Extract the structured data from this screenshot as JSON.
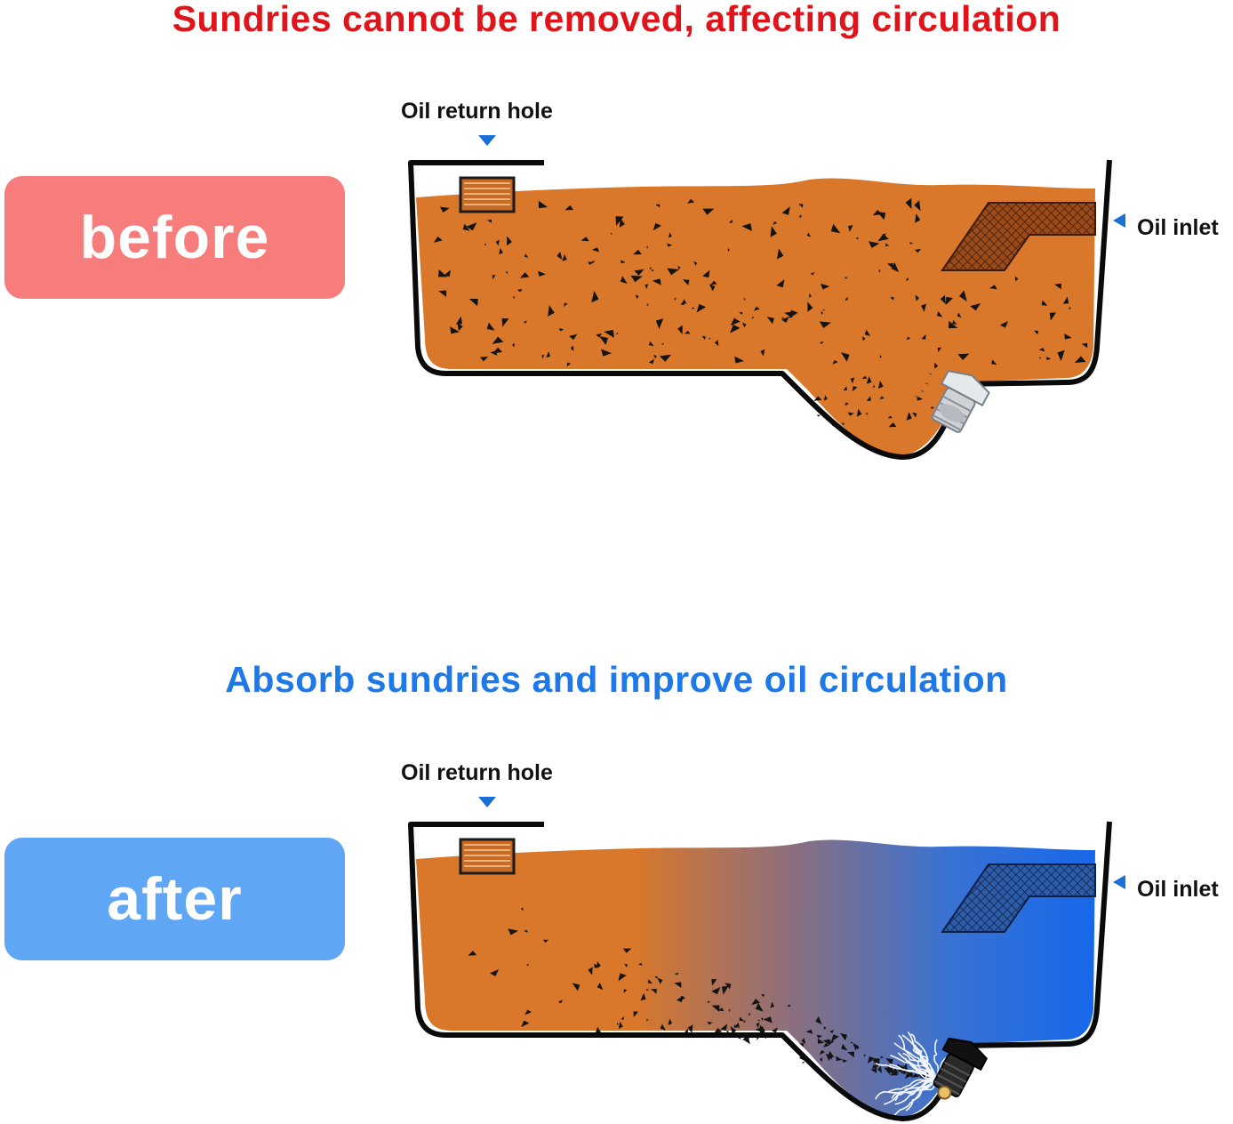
{
  "colors": {
    "headline_before": "#e0151b",
    "headline_after": "#1e78e8",
    "badge_before": "#f77c7c",
    "badge_after": "#5fa6f5",
    "oil_dirty": "#d9772a",
    "oil_clean": "#1870e8",
    "pan_outline": "#000000",
    "marker": "#1a6fd6"
  },
  "before": {
    "headline": "Sundries cannot be removed, affecting circulation",
    "badge": "before",
    "return_hole_label": "Oil return hole",
    "inlet_label": "Oil inlet",
    "debris_state": "scattered",
    "plug_type": "standard drain plug"
  },
  "after": {
    "headline": "Absorb sundries and improve oil circulation",
    "badge": "after",
    "return_hole_label": "Oil return hole",
    "inlet_label": "Oil inlet",
    "debris_state": "attracted to magnetic plug",
    "plug_type": "magnetic drain plug"
  }
}
